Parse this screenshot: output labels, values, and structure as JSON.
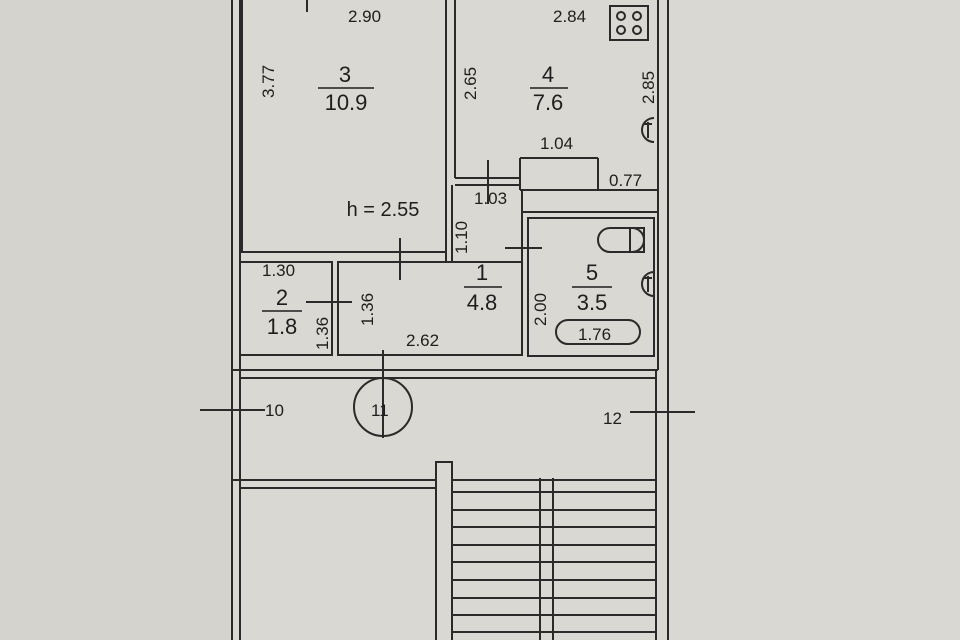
{
  "plan": {
    "ceiling_height": "h = 2.55",
    "rooms": [
      {
        "id": "room-1",
        "number": "1",
        "area": "4.8"
      },
      {
        "id": "room-2",
        "number": "2",
        "area": "1.8"
      },
      {
        "id": "room-3",
        "number": "3",
        "area": "10.9"
      },
      {
        "id": "room-4",
        "number": "4",
        "area": "7.6"
      },
      {
        "id": "room-5",
        "number": "5",
        "area": "3.5"
      }
    ],
    "dimensions": {
      "room3_width": "2.90",
      "room3_height": "3.77",
      "room4_width": "2.84",
      "room4_left_height": "2.65",
      "room4_right_height": "2.85",
      "counter_width": "1.04",
      "counter_depth": "0.77",
      "hall_top_width": "1.03",
      "hall_upper_height": "1.10",
      "room2_width": "1.30",
      "room2_height": "1.36",
      "room1_height": "1.36",
      "room1_width": "2.62",
      "room5_height": "2.00",
      "bath_length": "1.76"
    },
    "axes": {
      "left": "10",
      "center": "11",
      "right": "12"
    }
  }
}
